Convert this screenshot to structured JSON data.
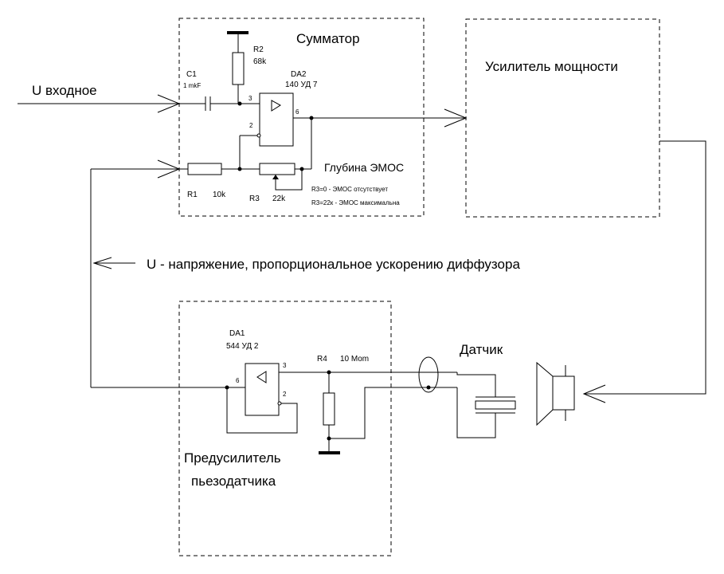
{
  "labels": {
    "u_input": "U входное",
    "summator": "Сумматор",
    "power_amp": "Усилитель мощности",
    "feedback_u": "U  -  напряжение, пропорциональное ускорению диффузора",
    "preamp_line1": "Предусилитель",
    "preamp_line2": "пьезодатчика",
    "sensor": "Датчик",
    "depth": "Глубина ЭМОС",
    "r3_note1": "R3=0  -  ЭМОС отсутствует",
    "r3_note2": "R3=22к  -  ЭМОС максимальна"
  },
  "components": {
    "c1": {
      "ref": "C1",
      "value": "1 mkF"
    },
    "r2": {
      "ref": "R2",
      "value": "68k"
    },
    "da2": {
      "ref": "DA2",
      "value": "140 УД 7",
      "pin_in_plus": "3",
      "pin_in_minus": "2",
      "pin_out": "6"
    },
    "r1": {
      "ref": "R1",
      "value": "10k"
    },
    "r3": {
      "ref": "R3",
      "value": "22k"
    },
    "da1": {
      "ref": "DA1",
      "value": "544 УД 2",
      "pin_in_plus": "3",
      "pin_in_minus": "2",
      "pin_out": "6"
    },
    "r4": {
      "ref": "R4",
      "value": "10 Mom"
    }
  }
}
